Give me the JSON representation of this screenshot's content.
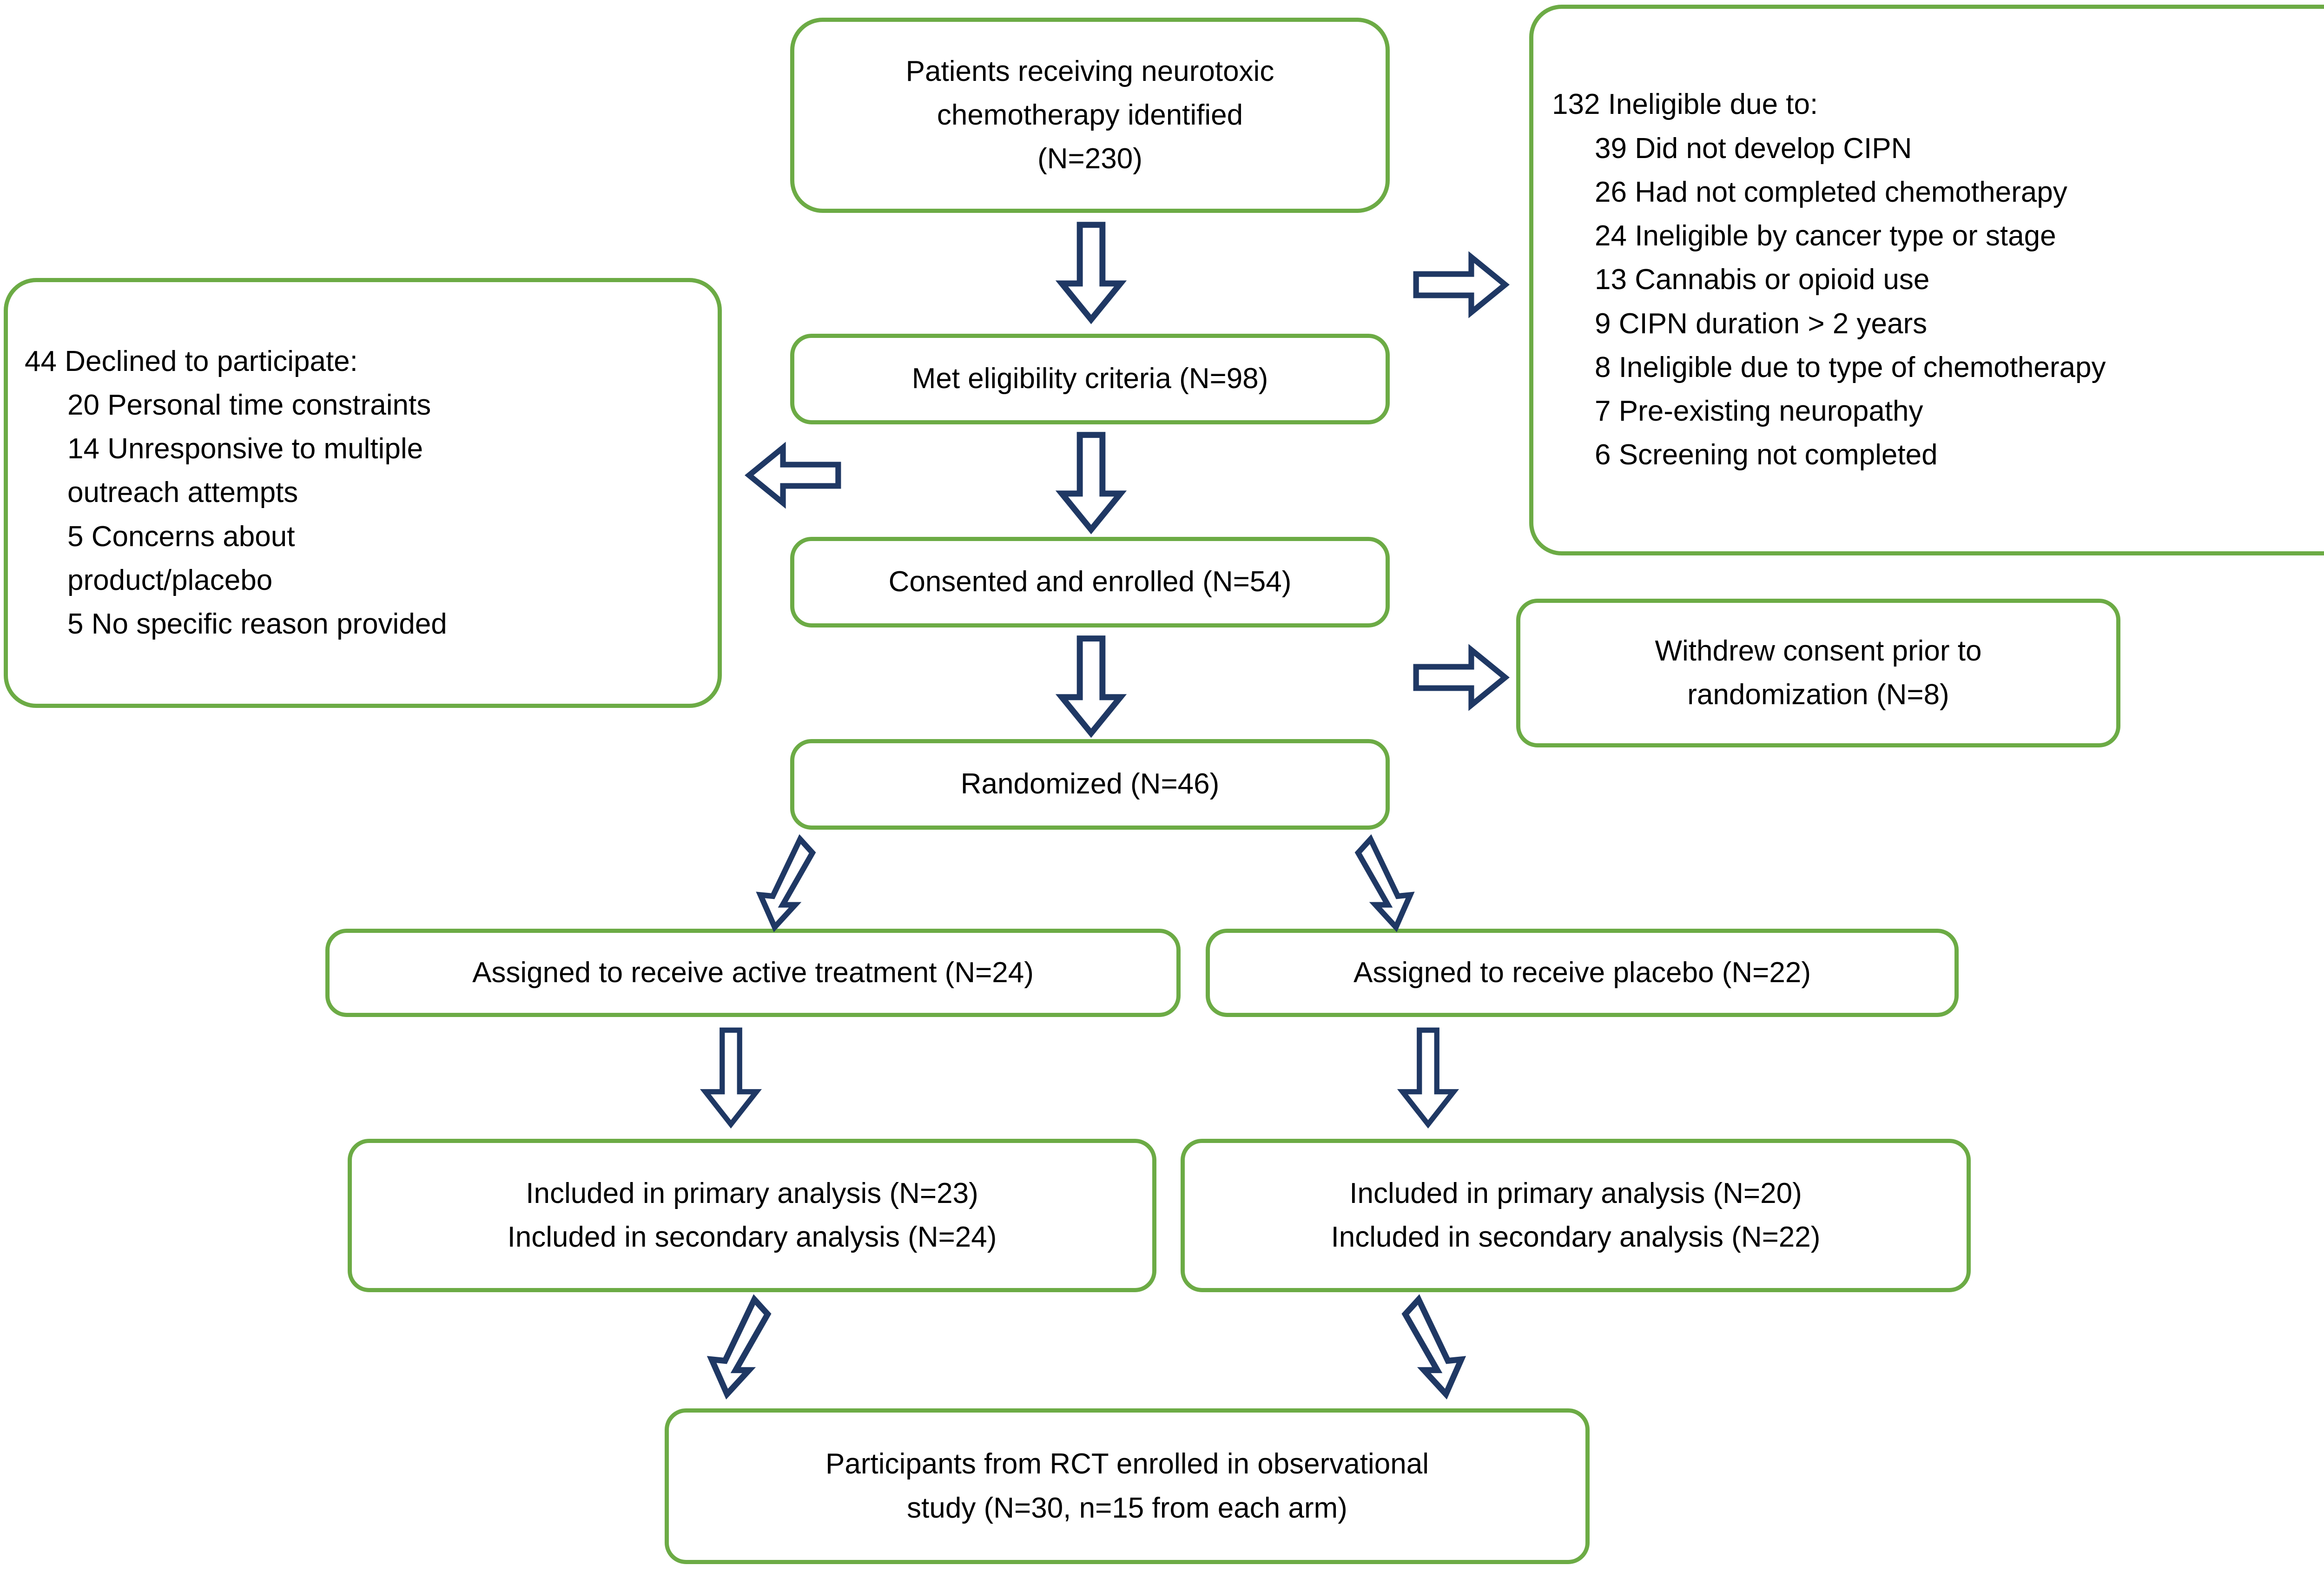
{
  "diagram": {
    "type": "consort-flow-diagram",
    "colors": {
      "box_border": "#6CAB45",
      "arrow_stroke": "#1F3864",
      "arrow_fill": "#FFFFFF",
      "text": "#000000",
      "background": "#FFFFFF"
    },
    "nodes": {
      "identified": {
        "lines": [
          "Patients receiving neurotoxic",
          "chemotherapy identified",
          "(N=230)"
        ]
      },
      "ineligible": {
        "heading": "132 Ineligible due to:",
        "reasons": [
          "39 Did not develop CIPN",
          "26 Had not completed chemotherapy",
          "24 Ineligible by cancer type or stage",
          "13 Cannabis or opioid use",
          "9 CIPN duration > 2 years",
          "8 Ineligible due to type of chemotherapy",
          "7 Pre-existing neuropathy",
          "6 Screening not completed"
        ]
      },
      "eligible": {
        "lines": [
          "Met eligibility criteria (N=98)"
        ]
      },
      "declined": {
        "heading": "44 Declined to participate:",
        "reasons": [
          "20 Personal time constraints",
          "14 Unresponsive to multiple",
          "outreach attempts",
          "5 Concerns about",
          "product/placebo",
          "5 No specific reason provided"
        ],
        "reason_indent": [
          true,
          true,
          false,
          true,
          false,
          true
        ]
      },
      "consented": {
        "lines": [
          "Consented and enrolled (N=54)"
        ]
      },
      "withdrew": {
        "lines": [
          "Withdrew consent prior to",
          "randomization (N=8)"
        ]
      },
      "randomized": {
        "lines": [
          "Randomized (N=46)"
        ]
      },
      "active_assigned": {
        "lines": [
          "Assigned to receive active treatment (N=24)"
        ]
      },
      "placebo_assigned": {
        "lines": [
          "Assigned to receive placebo (N=22)"
        ]
      },
      "active_analysis": {
        "lines": [
          "Included in primary analysis (N=23)",
          "Included in secondary analysis (N=24)"
        ]
      },
      "placebo_analysis": {
        "lines": [
          "Included in primary analysis (N=20)",
          "Included in secondary analysis (N=22)"
        ]
      },
      "observational": {
        "lines": [
          "Participants from RCT enrolled in observational",
          "study (N=30, n=15 from each arm)"
        ]
      }
    },
    "arrows": {
      "identified_to_eligible": "down-block-arrow",
      "identified_to_ineligible": "right-block-arrow",
      "eligible_to_consented": "down-block-arrow",
      "eligible_to_declined": "left-block-arrow",
      "consented_to_randomized": "down-block-arrow",
      "consented_to_withdrew": "right-block-arrow",
      "randomized_to_active": "down-left-slanted-block-arrow",
      "randomized_to_placebo": "down-right-slanted-block-arrow",
      "active_to_analysis": "down-block-arrow",
      "placebo_to_analysis": "down-block-arrow",
      "active_analysis_to_observational": "down-left-slanted-block-arrow",
      "placebo_analysis_to_observational": "down-right-slanted-block-arrow"
    }
  }
}
